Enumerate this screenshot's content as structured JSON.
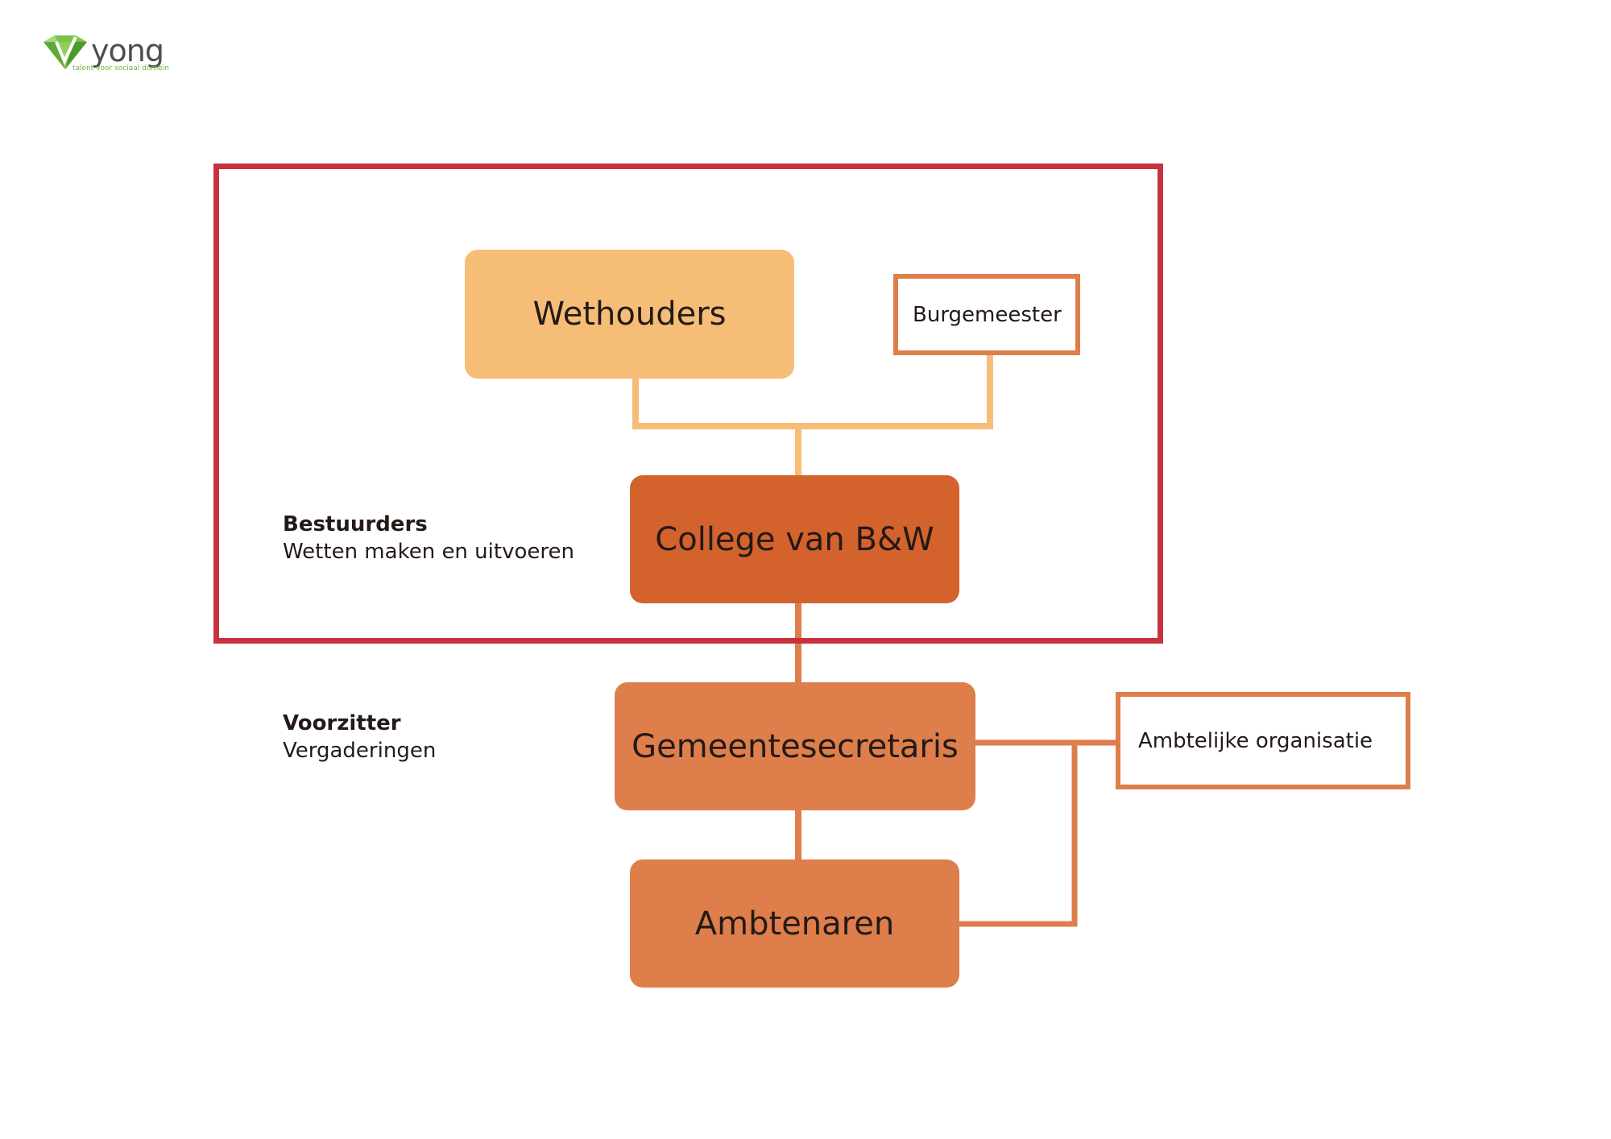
{
  "logo": {
    "word": "yong",
    "tagline": "talent voor sociaal domein",
    "icon": "green-gem-logo-icon"
  },
  "colors": {
    "frame": "#c8323a",
    "wethouders": "#f6bd77",
    "college": "#d4622d",
    "gemeentesecretaris": "#dd7e4b",
    "ambtenaren": "#dd7e4b",
    "outline_boxes": "#de7e4b",
    "connector_light": "#f6bd77",
    "connector_dark": "#dd7e4b"
  },
  "nodes": {
    "wethouders": "Wethouders",
    "burgemeester": "Burgemeester",
    "college": "College van B&W",
    "gemeentesecretaris": "Gemeentesecretaris",
    "ambtenaren": "Ambtenaren",
    "ambtelijke_organisatie": "Ambtelijke organisatie"
  },
  "notes": {
    "bestuurders": {
      "title": "Bestuurders",
      "text": "Wetten maken en uitvoeren"
    },
    "voorzitter": {
      "title": "Voorzitter",
      "text": "Vergaderingen"
    }
  }
}
